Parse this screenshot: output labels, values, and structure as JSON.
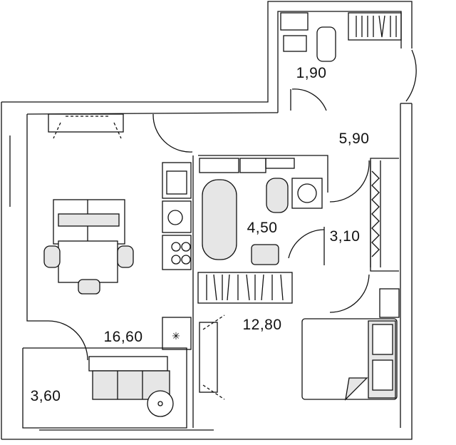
{
  "floor_plan": {
    "rooms": [
      {
        "id": "toilet",
        "area": "1,90"
      },
      {
        "id": "hallway",
        "area": "5,90"
      },
      {
        "id": "bathroom",
        "area": "4,50"
      },
      {
        "id": "corridor",
        "area": "3,10"
      },
      {
        "id": "living-kitchen",
        "area": "16,60"
      },
      {
        "id": "bedroom",
        "area": "12,80"
      },
      {
        "id": "loggia",
        "area": "3,60"
      }
    ],
    "colors": {
      "wall": "#111111",
      "furniture_fill": "#e6e6e6",
      "background": "#ffffff"
    }
  }
}
